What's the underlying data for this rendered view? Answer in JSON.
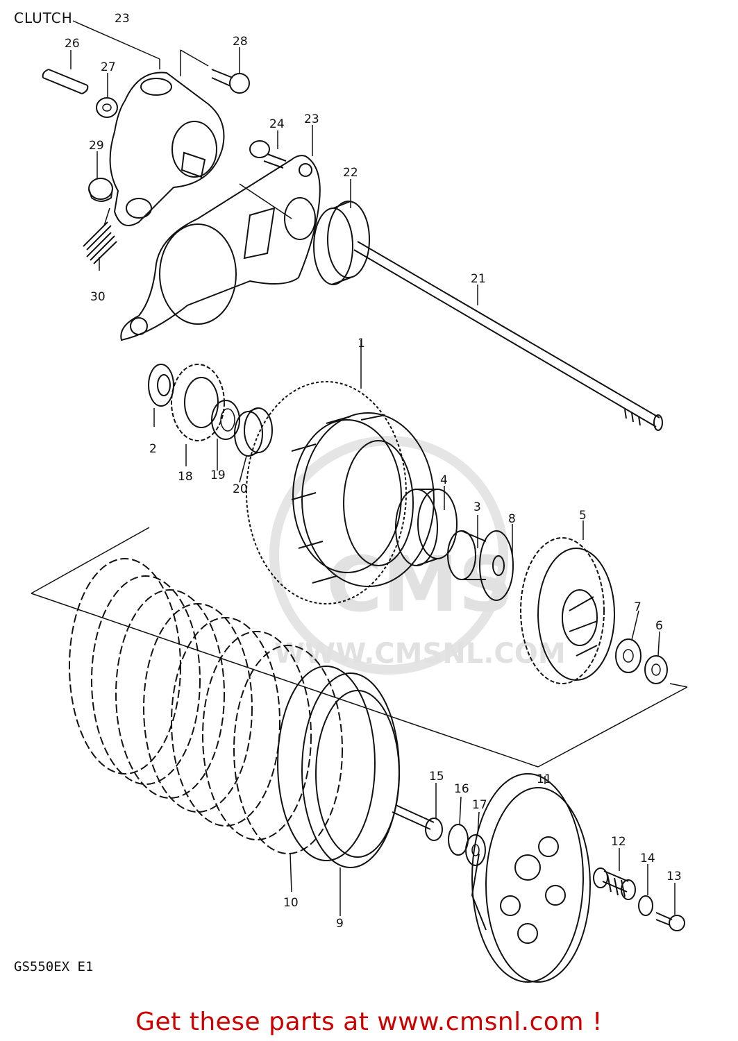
{
  "page": {
    "title": "CLUTCH",
    "model_code": "GS550EX  E1",
    "footer_link": "Get these parts at www.cmsnl.com !",
    "footer_color": "#cc0000"
  },
  "watermark": {
    "logo_text": "CMS",
    "url_text": "WWW.CMSNL.COM"
  },
  "callouts": {
    "p1": "1",
    "p2": "2",
    "p3": "3",
    "p4": "4",
    "p5": "5",
    "p6": "6",
    "p7": "7",
    "p8": "8",
    "p9": "9",
    "p10": "10",
    "p11": "11",
    "p12": "12",
    "p13": "13",
    "p14": "14",
    "p15": "15",
    "p16": "16",
    "p17": "17",
    "p18": "18",
    "p19": "19",
    "p20": "20",
    "p21": "21",
    "p22": "22",
    "p23a": "23",
    "p23b": "23",
    "p24": "24",
    "p26": "26",
    "p27": "27",
    "p28": "28",
    "p29": "29",
    "p30": "30"
  }
}
